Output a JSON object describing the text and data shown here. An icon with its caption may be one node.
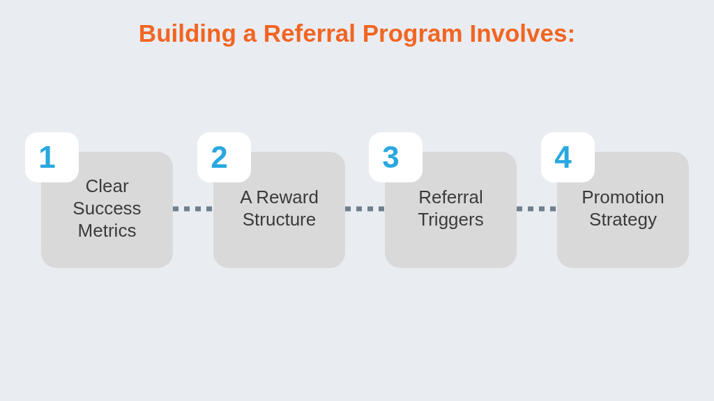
{
  "diagram": {
    "title": "Building a Referral Program Involves:",
    "nodes": [
      {
        "text": [
          "1",
          "Clear Success Metrics"
        ]
      },
      {
        "text": [
          "2",
          "A Reward Structure"
        ]
      },
      {
        "text": [
          "3",
          "Referral Triggers"
        ]
      },
      {
        "text": [
          "4",
          "Promotion Strategy"
        ]
      }
    ],
    "edges": [
      {
        "from": 0,
        "to": 1,
        "arrow": "none",
        "style": "dashed"
      },
      {
        "from": 1,
        "to": 2,
        "arrow": "none",
        "style": "dashed"
      },
      {
        "from": 2,
        "to": 3,
        "arrow": "none",
        "style": "dashed"
      }
    ]
  }
}
